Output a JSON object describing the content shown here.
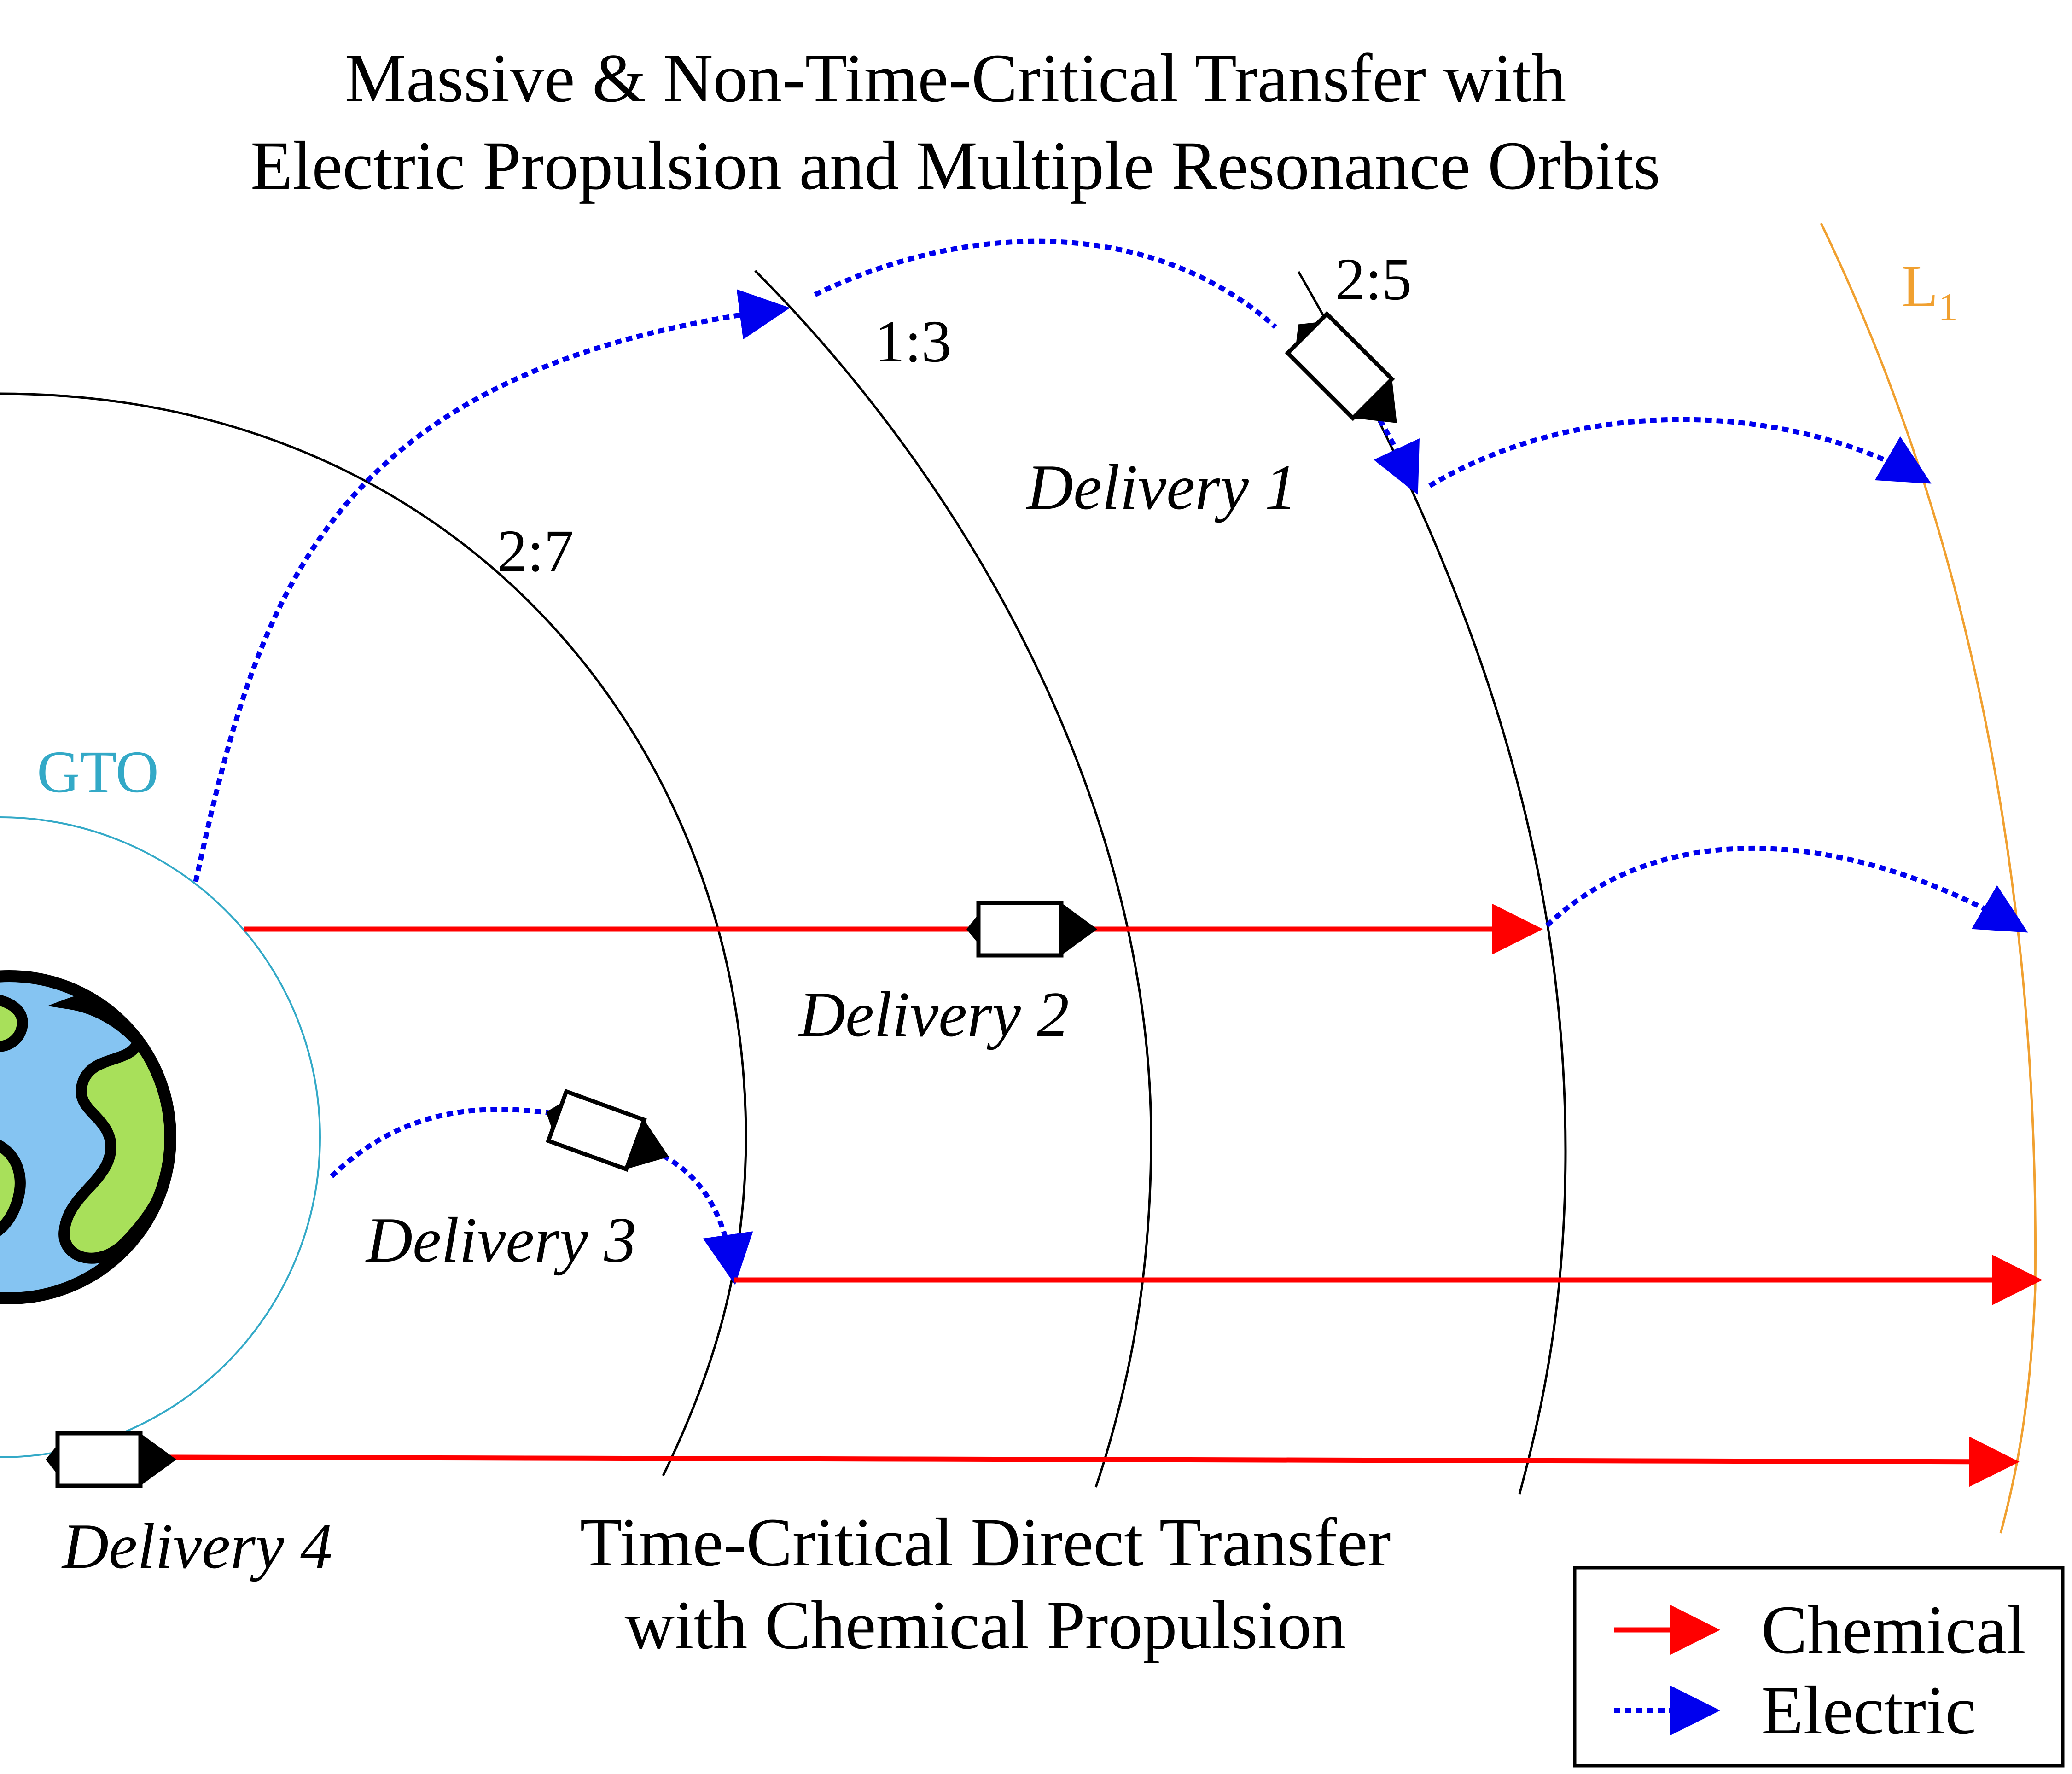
{
  "title": {
    "line1": "Massive & Non-Time-Critical Transfer with",
    "line2": "Electric Propulsion and Multiple Resonance Orbits"
  },
  "bottom_caption": {
    "line1": "Time-Critical Direct Transfer",
    "line2": "with Chemical Propulsion"
  },
  "orbits": {
    "gto": "GTO",
    "r27": "2:7",
    "r13": "1:3",
    "r25": "2:5",
    "l1_main": "L",
    "l1_sub": "1"
  },
  "deliveries": {
    "d1": "Delivery 1",
    "d2": "Delivery 2",
    "d3": "Delivery 3",
    "d4": "Delivery 4"
  },
  "legend": {
    "chemical": "Chemical",
    "electric": "Electric"
  },
  "colors": {
    "chemical": "#ff0000",
    "electric": "#0000ee",
    "gto": "#33a9c7",
    "l1": "#f0a030",
    "orbit": "#000000",
    "earth_ocean": "#85c4f2",
    "earth_land": "#a8e05a"
  }
}
